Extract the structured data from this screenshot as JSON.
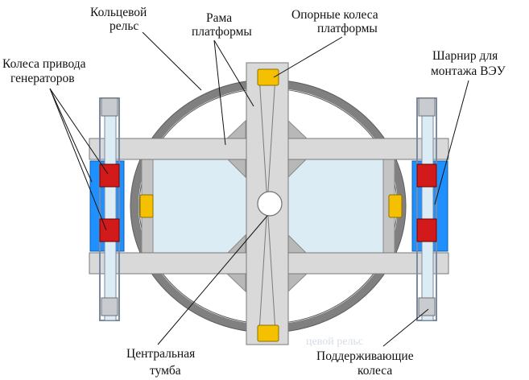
{
  "labels": {
    "ring_rail": [
      "Кольцевой",
      "рельс"
    ],
    "platform_frame": [
      "Рама",
      "платформы"
    ],
    "support_wheels": [
      "Опорные колеса",
      "платформы"
    ],
    "generator_wheels": [
      "Колеса привода",
      "генераторов"
    ],
    "hinge": [
      "Шарнир для",
      "монтажа ВЭУ"
    ],
    "central_pedestal": [
      "Центральная",
      "тумба"
    ],
    "holding_wheels": [
      "Поддерживающие",
      "колеса"
    ]
  },
  "watermark": "цевой рельс",
  "colors": {
    "frame_fill": "#d9d9d9",
    "frame_stroke": "#7a7a7a",
    "ring": "#808080",
    "inner_panel": "#dcecf5",
    "generator_blue": "#1e90ff",
    "wheel_red": "#d21a1a",
    "support_wheel_yellow": "#f5c000",
    "wheel_grey": "#c8ccd0"
  }
}
